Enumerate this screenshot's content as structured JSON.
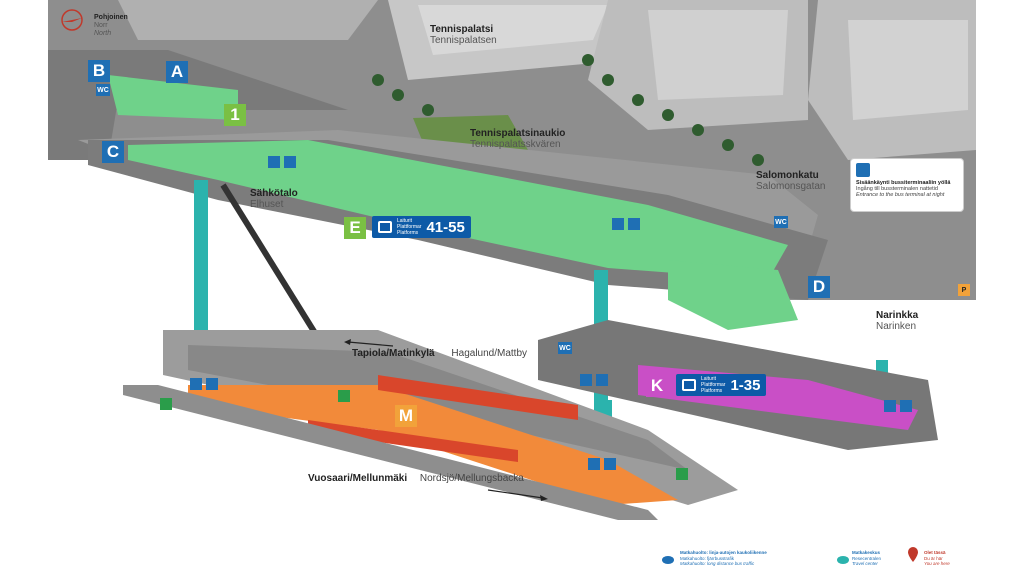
{
  "compass": {
    "primary": "Pohjoinen",
    "secondary": "Norr",
    "tertiary": "North"
  },
  "places": {
    "tennispalatsi": {
      "primary": "Tennispalatsi",
      "secondary": "Tennispalatsen"
    },
    "aukio": {
      "primary": "Tennispalatsinaukio",
      "secondary": "Tennispalatsskvären"
    },
    "salomonkatu": {
      "primary": "Salomonkatu",
      "secondary": "Salomonsgatan"
    },
    "sahkotalo": {
      "primary": "Sähkötalo",
      "secondary": "Elhuset"
    },
    "narinkka": {
      "primary": "Narinkka",
      "secondary": "Narinken"
    }
  },
  "zones": {
    "A": "A",
    "B": "B",
    "C": "C",
    "D": "D",
    "E": "E",
    "K": "K",
    "M": "M",
    "one": "1"
  },
  "platforms": {
    "e": {
      "mini1": "Laiturit",
      "mini2": "Plattformar",
      "mini3": "Platforms",
      "range": "41-55"
    },
    "k": {
      "mini1": "Laiturit",
      "mini2": "Plattformar",
      "mini3": "Platforms",
      "range": "1-35"
    }
  },
  "metro": {
    "westbound": {
      "primary": "Tapiola/Matinkylä",
      "secondary": "Hagalund/Mattby"
    },
    "eastbound": {
      "primary": "Vuosaari/Mellunmäki",
      "secondary": "Nordsjö/Mellungsbacka"
    }
  },
  "signs": {
    "wc": "WC",
    "parking": "P"
  },
  "bus_entrance_note": {
    "line1": "Sisäänkäynti bussiterminaaliin yöllä",
    "line2": "Ingång till bussterminalen nattetid",
    "line3": "Entrance to the bus terminal at night"
  },
  "legend": {
    "item1": {
      "l1": "Matkahuolto: linja-autojen kaukoliikenne",
      "l2": "Matkahuolto: fjärrbusstrafik",
      "l3": "Matkahuolto: long distance bus traffic"
    },
    "item2": {
      "l1": "Matkakeskus",
      "l2": "Resecentralen",
      "l3": "Travel center"
    },
    "item3": {
      "l1": "Olet tässä",
      "l2": "Du är här",
      "l3": "You are here"
    }
  },
  "colors": {
    "walkway": "#6fd28a",
    "metro_platform": "#f28a3a",
    "bus_platform_k": "#c94fc6",
    "elevator_shaft": "#2bb3ad",
    "buildings": "#b8b8b8",
    "ground": "#8a8a8a",
    "accent_blue": "#1f6fb4"
  }
}
